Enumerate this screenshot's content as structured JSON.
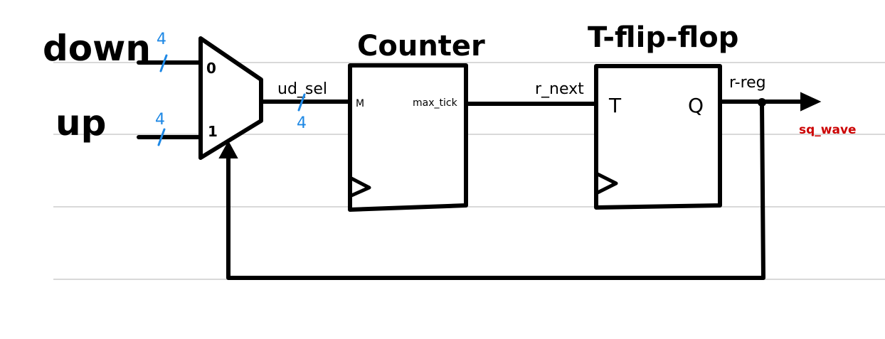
{
  "colors": {
    "bus_width": "#1e88e5",
    "output": "#cc0000",
    "ink": "#000000",
    "rule": "#d9d9d9"
  },
  "inputs": {
    "down": {
      "label": "down",
      "width": "4"
    },
    "up": {
      "label": "up",
      "width": "4"
    }
  },
  "mux": {
    "sel0": "0",
    "sel1": "1"
  },
  "wires": {
    "ud_sel": {
      "label": "ud_sel",
      "width": "4"
    },
    "r_next": {
      "label": "r_next"
    },
    "r_reg": {
      "label": "r-reg"
    },
    "output": {
      "label": "sq_wave"
    }
  },
  "counter": {
    "title": "Counter",
    "input_port": "M",
    "output_port": "max_tick"
  },
  "tff": {
    "title": "T-flip-flop",
    "input_port": "T",
    "output_port": "Q"
  }
}
